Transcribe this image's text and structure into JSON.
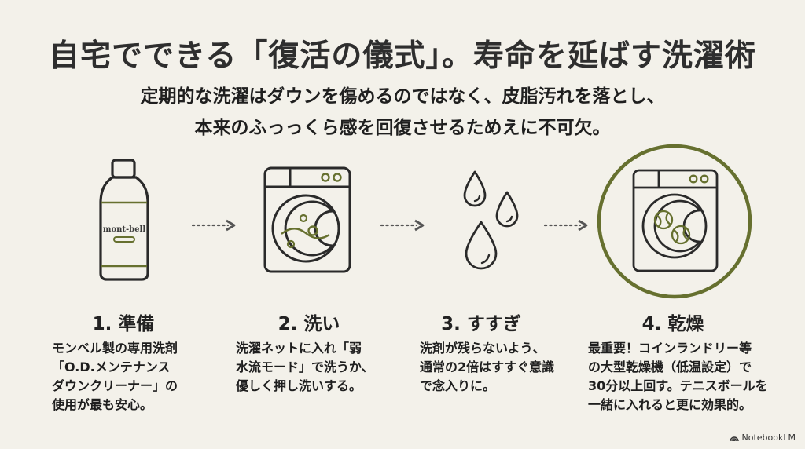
{
  "header": {
    "title": "自宅でできる「復活の儀式」。寿命を延ばす洗濯術",
    "subtitle_line1": "定期的な洗濯はダウンを傷めるのではなく、皮脂汚れを落とし、",
    "subtitle_line2": "本来のふっっくら感を回復させるためえに不可欠。"
  },
  "colors": {
    "background": "#f3f1ea",
    "text": "#262626",
    "accent_green": "#66702f",
    "icon_stroke": "#2a2a2a",
    "arrow": "#555555"
  },
  "steps": [
    {
      "icon": "detergent-bottle-icon",
      "bottle_label": "mont-bell",
      "title": "1. 準備",
      "description": "モンベル製の専用洗剤\n「O.D.メンテナンス\nダウンクリーナー」の\n使用が最も安心。"
    },
    {
      "icon": "washing-machine-icon",
      "title": "2. 洗い",
      "description": "洗濯ネットに入れ「弱\n水流モード」で洗うか、\n優しく押し洗いする。"
    },
    {
      "icon": "water-drops-icon",
      "title": "3. すすぎ",
      "description": "洗剤が残らないよう、\n通常の2倍はすすぐ意識\nで念入りに。"
    },
    {
      "icon": "dryer-with-tennis-balls-icon",
      "highlighted": true,
      "title": "4. 乾燥",
      "description": "最重要！コインランドリー等\nの大型乾燥機（低温設定）で\n30分以上回す。テニスボールを\n一緒に入れると更に効果的。"
    }
  ],
  "footer": {
    "brand": "NotebookLM"
  }
}
